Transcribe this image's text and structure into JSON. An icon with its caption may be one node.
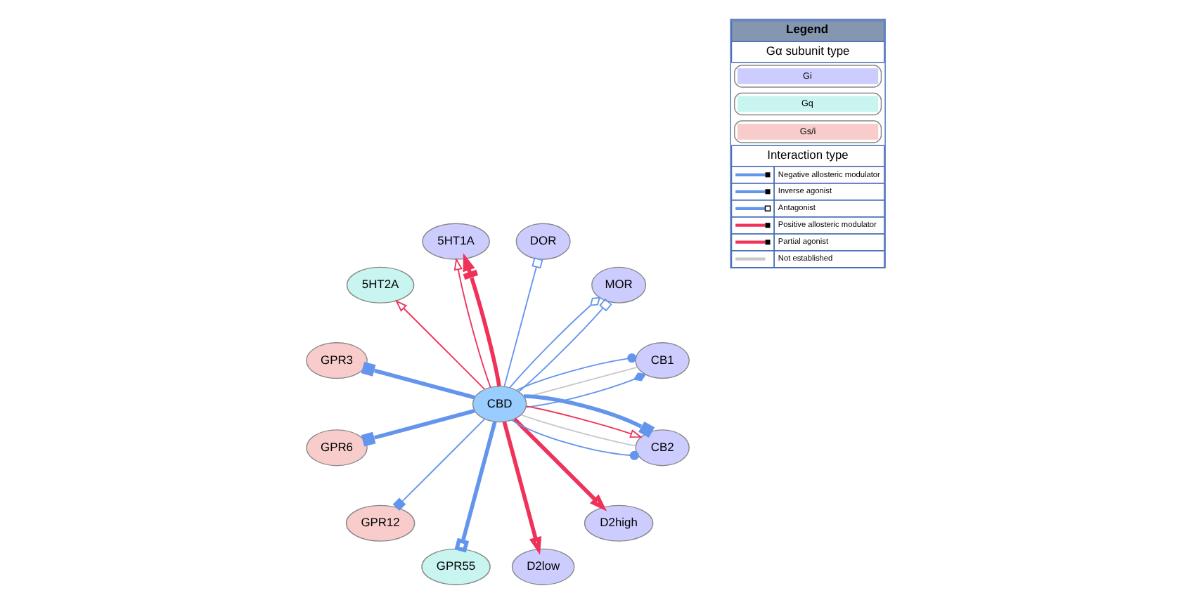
{
  "diagram": {
    "nodes": [
      {
        "text": [
          "CB1"
        ]
      },
      {
        "text": [
          "MOR"
        ]
      },
      {
        "text": [
          "DOR"
        ]
      },
      {
        "text": [
          "5HT1A"
        ]
      },
      {
        "text": [
          "5HT2A"
        ]
      },
      {
        "text": [
          "GPR3"
        ]
      },
      {
        "text": [
          "CBD"
        ]
      },
      {
        "text": [
          "GPR6"
        ]
      },
      {
        "text": [
          "GPR12"
        ]
      },
      {
        "text": [
          "GPR55"
        ]
      },
      {
        "text": [
          "D2low"
        ]
      },
      {
        "text": [
          "D2high"
        ]
      },
      {
        "text": [
          "CB2"
        ]
      }
    ],
    "edges": [
      {
        "from": 6,
        "to": 0,
        "arrow": "other"
      },
      {
        "from": 6,
        "to": 0,
        "arrow": "other"
      },
      {
        "from": 6,
        "to": 0,
        "arrow": "none",
        "color": "#c8c8c8"
      },
      {
        "from": 6,
        "to": 1,
        "arrow": "other"
      },
      {
        "from": 6,
        "to": 1,
        "arrow": "other"
      },
      {
        "from": 6,
        "to": 2,
        "arrow": "other"
      },
      {
        "from": 6,
        "to": 3,
        "arrow": "to",
        "color": "#f0325a"
      },
      {
        "from": 6,
        "to": 3,
        "arrow": "to",
        "style": "thick",
        "color": "#f0325a"
      },
      {
        "from": 6,
        "to": 4,
        "arrow": "to",
        "color": "#f0325a"
      },
      {
        "from": 6,
        "to": 5,
        "arrow": "other",
        "style": "thick"
      },
      {
        "from": 6,
        "to": 7,
        "arrow": "other",
        "style": "thick"
      },
      {
        "from": 6,
        "to": 8,
        "arrow": "other"
      },
      {
        "from": 6,
        "to": 9,
        "arrow": "other",
        "style": "thick"
      },
      {
        "from": 6,
        "to": 10,
        "arrow": "to",
        "style": "thick",
        "color": "#f0325a"
      },
      {
        "from": 6,
        "to": 11,
        "arrow": "to",
        "style": "thick",
        "color": "#f0325a"
      },
      {
        "from": 6,
        "to": 12,
        "arrow": "other",
        "style": "thick"
      },
      {
        "from": 6,
        "to": 12,
        "arrow": "other"
      },
      {
        "from": 6,
        "to": 12,
        "arrow": "none",
        "color": "#c8c8c8"
      },
      {
        "from": 6,
        "to": 12,
        "arrow": "to",
        "color": "#f0325a"
      }
    ],
    "labels": [
      "Legend",
      "Gα subunit type",
      "Interaction type"
    ],
    "legend": [
      {
        "text": "Gi",
        "color": "#ccccff"
      },
      {
        "text": "Gq",
        "color": "#c8f5f0"
      },
      {
        "text": "Gs/i",
        "color": "#f9cccc"
      },
      {
        "text": "Negative allosteric modulator"
      },
      {
        "text": "Inverse agonist"
      },
      {
        "text": "Antagonist"
      },
      {
        "text": "Positive allosteric modulator"
      },
      {
        "text": "Partial agonist"
      },
      {
        "text": "Not established"
      }
    ]
  }
}
